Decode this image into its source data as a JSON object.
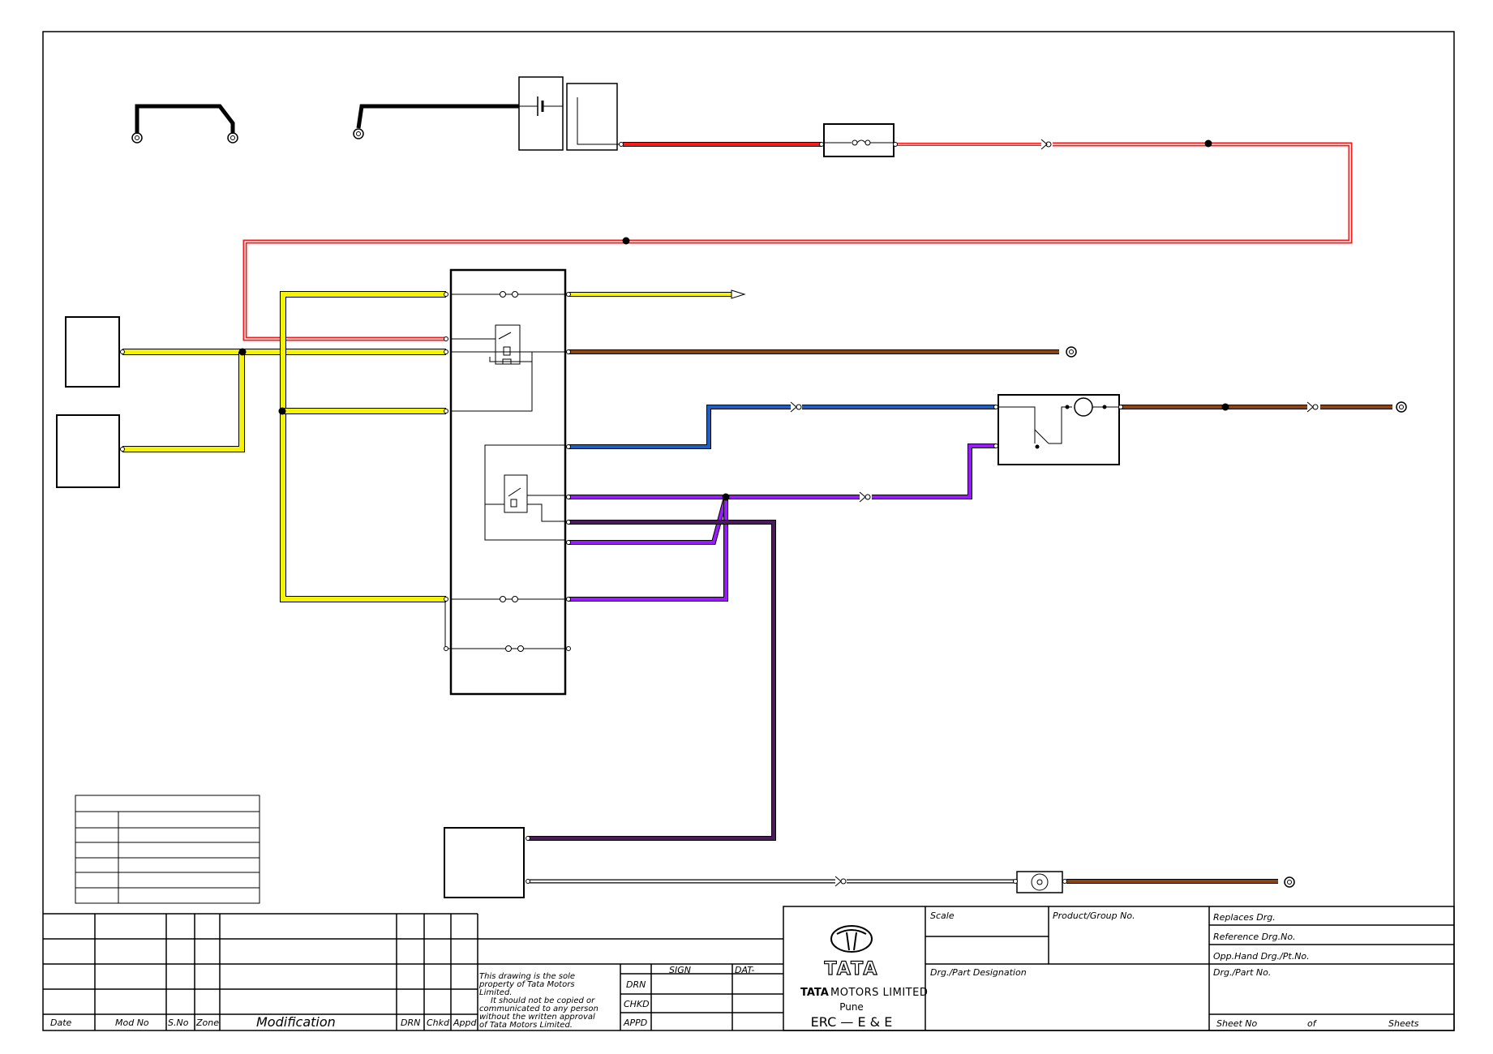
{
  "colors": {
    "red": "#ff1a1a",
    "yellow": "#f2f20a",
    "brown": "#8b4513",
    "blue": "#1f5fbf",
    "violet": "#9b1bff",
    "dark_violet": "#4a1a5a",
    "line": "#000000"
  },
  "title_block": {
    "rev_headers": {
      "date": "Date",
      "mod_no": "Mod No",
      "s_no": "S.No",
      "zone": "Zone",
      "modification": "Modification",
      "drn": "DRN",
      "chkd": "Chkd",
      "appd": "Appd"
    },
    "notice": [
      "This drawing is the sole",
      "property of Tata Motors",
      "Limited.",
      "It should not be copied or",
      "communicated to any person",
      "without the written approval",
      "of Tata Motors Limited."
    ],
    "sign_header": "SIGN",
    "date_header": "DAT-",
    "roles": [
      "DRN",
      "CHKD",
      "APPD"
    ],
    "company_logo_text": "TATA",
    "company_name": "MOTORS LIMITED",
    "city": "Pune",
    "department": "ERC — E & E",
    "scale_label": "Scale",
    "product_group_label": "Product/Group No.",
    "designation_label": "Drg./Part Designation",
    "replaces_label": "Replaces Drg.",
    "reference_label": "Reference Drg.No.",
    "opp_hand_label": "Opp.Hand Drg./Pt.No.",
    "part_no_label": "Drg./Part No.",
    "sheet_no_label": "Sheet No",
    "of_label": "of",
    "sheets_label": "Sheets"
  }
}
